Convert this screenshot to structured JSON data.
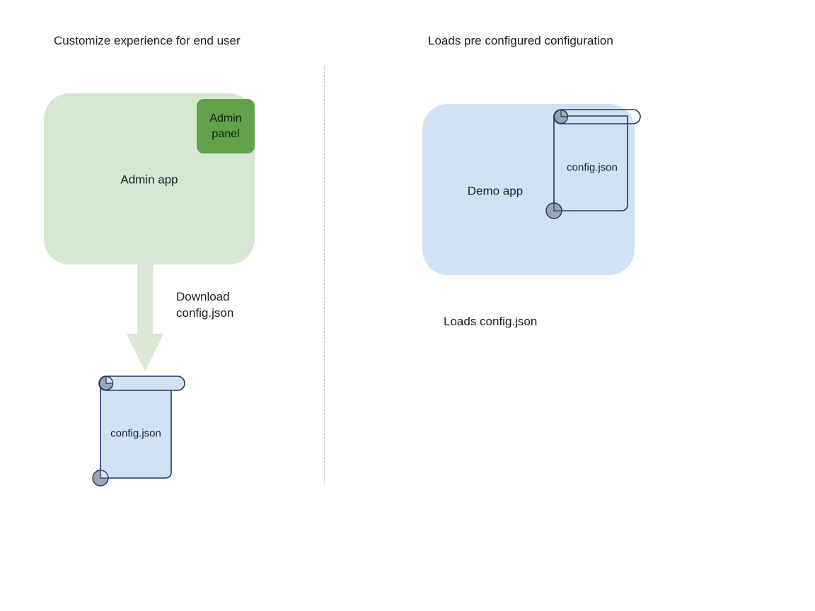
{
  "diagram": {
    "left_column": {
      "heading": "Customize experience for end user",
      "app_card": {
        "label": "Admin app",
        "fill_color": "#d7e8d0",
        "badge": {
          "label": "Admin panel",
          "fill_color": "#63a24a"
        }
      },
      "arrow": {
        "label_line1": "Download",
        "label_line2": "config.json",
        "color": "#d9e9d2",
        "direction": "down"
      },
      "document": {
        "label": "config.json",
        "fill_color": "#d1e2f5",
        "stroke_color": "#1f3864",
        "curl_color": "#9aa5b4",
        "icon": "scroll-icon"
      }
    },
    "right_column": {
      "heading": "Loads pre configured configuration",
      "app_card": {
        "label": "Demo app",
        "fill_color": "#d1e2f5"
      },
      "document": {
        "label": "config.json",
        "fill_color": "transparent",
        "stroke_color": "#1f3864",
        "curl_color": "#9aa5b4",
        "icon": "scroll-icon"
      },
      "caption": "Loads config.json"
    },
    "divider": {
      "style": "dotted",
      "color": "#b9b9b9"
    }
  }
}
